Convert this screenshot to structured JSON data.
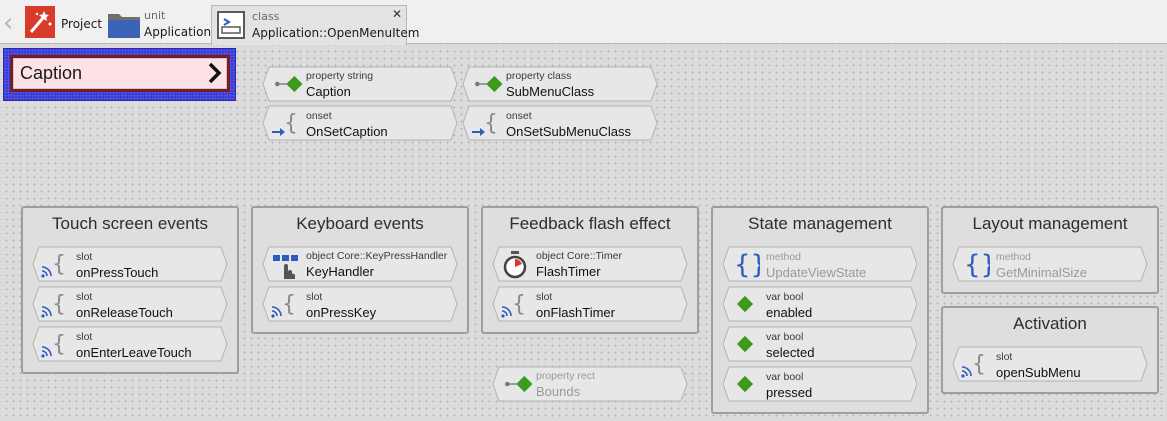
{
  "tabs": [
    {
      "kind": "",
      "name": "Project"
    },
    {
      "kind": "unit",
      "name": "Application"
    },
    {
      "kind": "class",
      "name": "Application::OpenMenuItem"
    }
  ],
  "caption_widget": {
    "text": "Caption"
  },
  "members": {
    "caption_property": {
      "kind": "property string",
      "name": "Caption"
    },
    "submenu_property": {
      "kind": "property class",
      "name": "SubMenuClass"
    },
    "onset_caption": {
      "kind": "onset",
      "name": "OnSetCaption"
    },
    "onset_submenu": {
      "kind": "onset",
      "name": "OnSetSubMenuClass"
    },
    "bounds_property": {
      "kind": "property rect",
      "name": "Bounds"
    }
  },
  "groups": {
    "touch": {
      "title": "Touch screen events",
      "items": [
        {
          "kind": "slot",
          "name": "onPressTouch"
        },
        {
          "kind": "slot",
          "name": "onReleaseTouch"
        },
        {
          "kind": "slot",
          "name": "onEnterLeaveTouch"
        }
      ]
    },
    "keyboard": {
      "title": "Keyboard events",
      "items": [
        {
          "kind": "object Core::KeyPressHandler",
          "name": "KeyHandler"
        },
        {
          "kind": "slot",
          "name": "onPressKey"
        }
      ]
    },
    "feedback": {
      "title": "Feedback flash effect",
      "items": [
        {
          "kind": "object Core::Timer",
          "name": "FlashTimer"
        },
        {
          "kind": "slot",
          "name": "onFlashTimer"
        }
      ]
    },
    "state": {
      "title": "State management",
      "items": [
        {
          "kind": "method",
          "name": "UpdateViewState"
        },
        {
          "kind": "var bool",
          "name": "enabled"
        },
        {
          "kind": "var bool",
          "name": "selected"
        },
        {
          "kind": "var bool",
          "name": "pressed"
        }
      ]
    },
    "layout": {
      "title": "Layout management",
      "items": [
        {
          "kind": "method",
          "name": "GetMinimalSize"
        }
      ]
    },
    "activation": {
      "title": "Activation",
      "items": [
        {
          "kind": "slot",
          "name": "openSubMenu"
        }
      ]
    }
  },
  "colors": {
    "accent_green": "#3c9a1e",
    "brace_blue": "#2e5bbf",
    "frame_red": "#7a1a22",
    "selection_blue": "#3a3ad0"
  }
}
